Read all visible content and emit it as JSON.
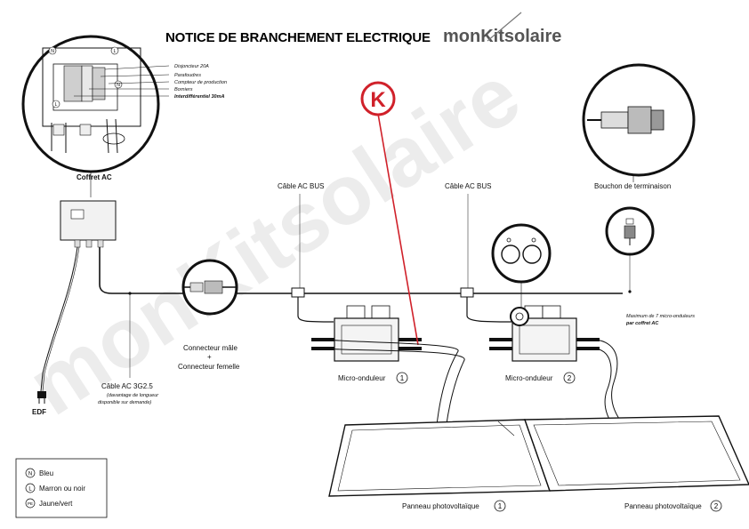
{
  "header": {
    "title": "NOTICE DE BRANCHEMENT ELECTRIQUE",
    "brand": "monKitsolaire"
  },
  "watermark": "monKitsolaire",
  "marker": {
    "letter": "K",
    "color": "#d0212a"
  },
  "coffret": {
    "label": "Coffret AC",
    "callouts": [
      {
        "text": "Disjoncteur 20A",
        "bold": false
      },
      {
        "text": "Parafoudres",
        "bold": false
      },
      {
        "text": "Compteur de production",
        "bold": false
      },
      {
        "text": "Borniers",
        "bold": false
      },
      {
        "text": "Interdifférentiel 30mA",
        "bold": true
      }
    ],
    "terminal_letters": [
      "N",
      "L",
      "N",
      "L"
    ]
  },
  "labels": {
    "cable_bus_1": "Câble AC BUS",
    "cable_bus_2": "Câble AC BUS",
    "bouchon": "Bouchon de terminaison",
    "connecteur_male": "Connecteur mâle",
    "plus": "+",
    "connecteur_femelle": "Connecteur femelle",
    "cable_ac": "Câble AC 3G2.5",
    "cable_ac_note1": "(davantage de longueur",
    "cable_ac_note2": "disponible sur demande)",
    "edf": "EDF",
    "micro1": "Micro-onduleur",
    "micro1_num": "1",
    "micro2": "Micro-onduleur",
    "micro2_num": "2",
    "max_note1": "Maximum de 7 micro-onduleurs",
    "max_note2": "par coffret AC",
    "panneau1": "Panneau photovoltaïque",
    "panneau1_num": "1",
    "panneau2": "Panneau photovoltaïque",
    "panneau2_num": "2"
  },
  "legend": [
    {
      "symbol": "N",
      "text": "Bleu"
    },
    {
      "symbol": "L",
      "text": "Marron ou noir"
    },
    {
      "symbol": "PE",
      "text": "Jaune/vert"
    }
  ]
}
